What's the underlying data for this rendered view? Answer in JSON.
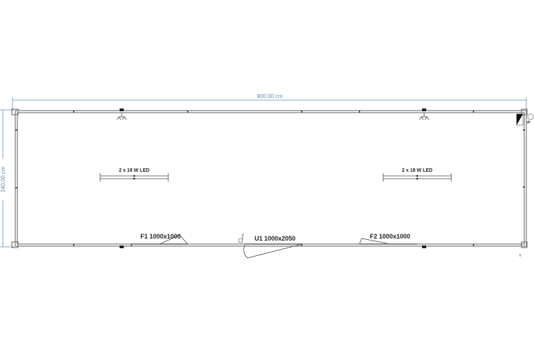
{
  "dimensions": {
    "width_label": "900.00 cm",
    "height_label": "240.00 cm"
  },
  "lights": [
    {
      "label": "2 x 18 W LED"
    },
    {
      "label": "2 x 18 W LED"
    }
  ],
  "openings": [
    {
      "label": "F1 1000x1000"
    },
    {
      "label": "U1 1000x2050"
    },
    {
      "label": "F2 1000x1000"
    }
  ],
  "colors": {
    "dimension": "#5b8fb0",
    "wall": "#777777"
  }
}
